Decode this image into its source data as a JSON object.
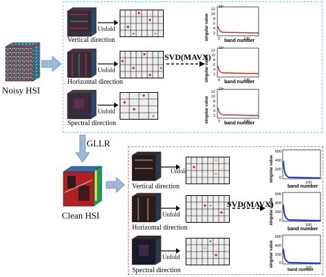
{
  "noisy_hsi": "Noisy HSI",
  "clean_hsi": "Clean HSI",
  "gllr": "GLLR",
  "top_panel": {
    "rows": [
      {
        "direction": "Vertical direction",
        "unfold": "Unfold"
      },
      {
        "direction": "Horizontal direction",
        "unfold": "Unfold"
      },
      {
        "direction": "Spectral direction",
        "unfold": "Unfold"
      }
    ],
    "svd": "SVD(MAVX)",
    "plot": {
      "ylabel": "singular value",
      "xlabel": "band number",
      "exponent": "10⁴",
      "yticks": [
        "12",
        "10",
        "8",
        "6",
        "4",
        "2",
        "0"
      ],
      "xticks": [
        "0",
        "100"
      ],
      "curve_color": "#d62020"
    }
  },
  "bottom_panel": {
    "rows": [
      {
        "direction": "Vertical direction",
        "unfold": "Unfold"
      },
      {
        "direction": "Horizontal direction",
        "unfold": "Unfold"
      },
      {
        "direction": "Spectral direction",
        "unfold": "Unfold"
      }
    ],
    "svd": "SVD(MAVX)",
    "plot": {
      "ylabel": "singular value",
      "xlabel": "band number",
      "yticks": [
        "600",
        "400",
        "200",
        "0"
      ],
      "xticks": [
        "100"
      ],
      "curve_color": "#2233cc"
    }
  },
  "colors": {
    "top_border": "#7fc8e8",
    "bottom_border": "#e06a6a",
    "arrow_fill": "#9fb8d8",
    "grid_cell": "#e8e8e8"
  }
}
